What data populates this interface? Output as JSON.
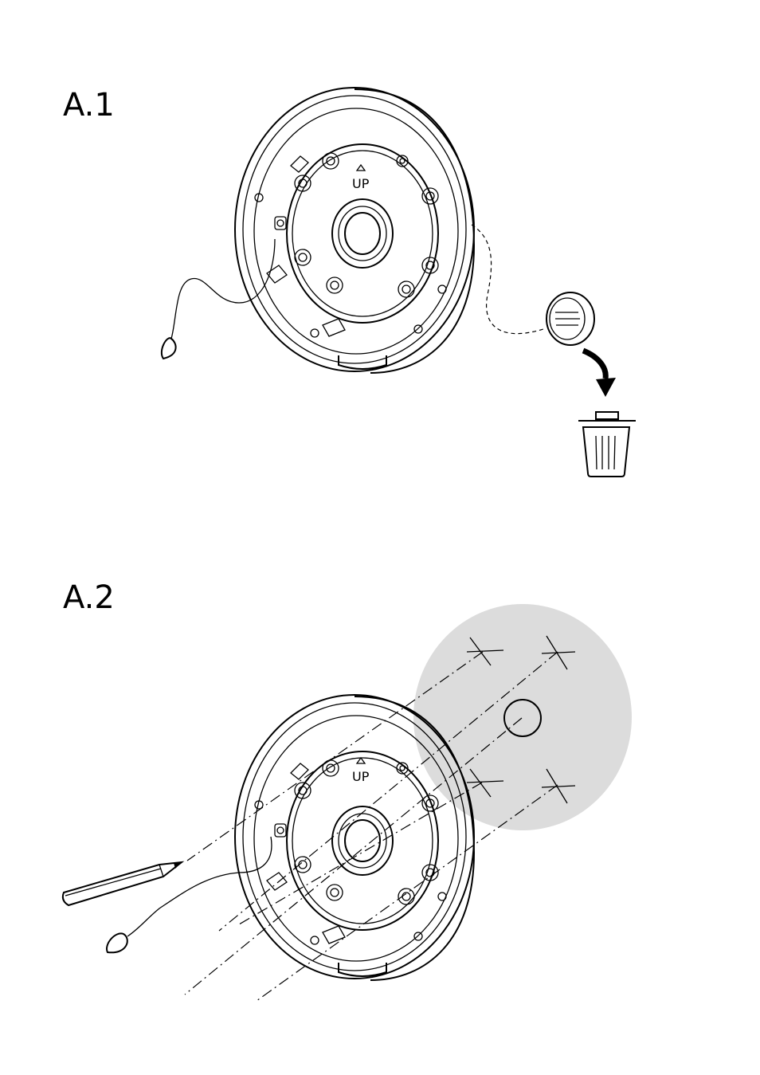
{
  "steps": [
    {
      "label": "A.1"
    },
    {
      "label": "A.2"
    }
  ],
  "box_marking": "UP",
  "icons": [
    "junction-box-icon",
    "cable-plug-icon",
    "arrow-icon",
    "trash-bin-icon",
    "pencil-icon",
    "wall-surface",
    "safety-cable-icon"
  ],
  "colors": {
    "line": "#000000",
    "wall": "#dcdcdc",
    "background": "#ffffff"
  }
}
